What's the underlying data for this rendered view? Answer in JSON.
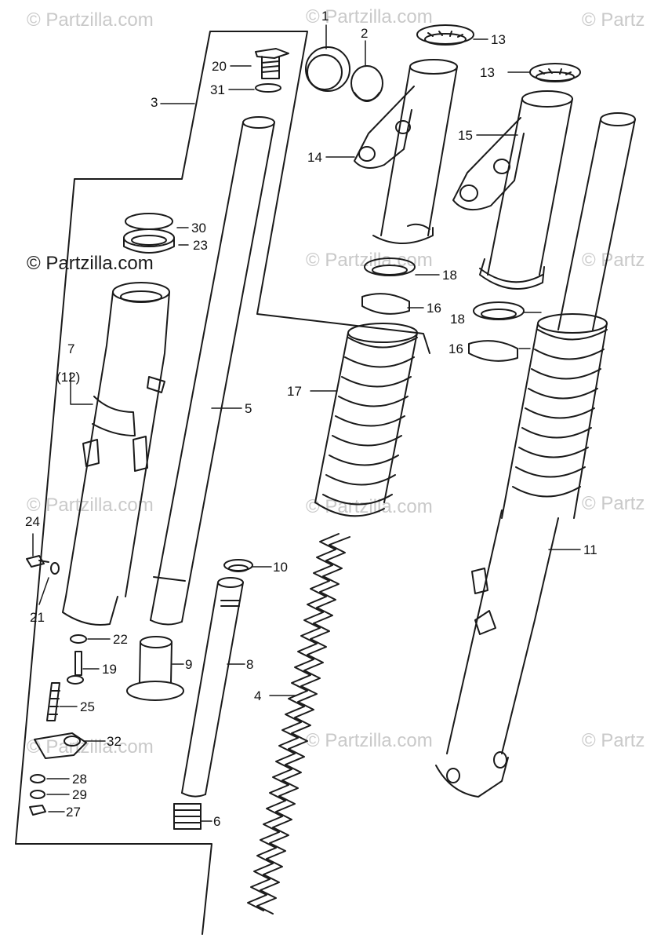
{
  "watermark": {
    "text": "© Partzilla.com",
    "text_cut": "© Partz",
    "text_cut2": "© Partzilla.co",
    "text_cut3": "© Partzilla.com",
    "text_dark": "© Partzilla.com"
  },
  "callouts": {
    "c1": "1",
    "c2": "2",
    "c3": "3",
    "c4": "4",
    "c5": "5",
    "c6": "6",
    "c7": "7",
    "c7alt": "(12)",
    "c8": "8",
    "c9": "9",
    "c10": "10",
    "c11": "11",
    "c13a": "13",
    "c13b": "13",
    "c14": "14",
    "c15": "15",
    "c16a": "16",
    "c16b": "16",
    "c17": "17",
    "c18a": "18",
    "c18b": "18",
    "c19": "19",
    "c20": "20",
    "c21": "21",
    "c22": "22",
    "c23": "23",
    "c24": "24",
    "c25": "25",
    "c27": "27",
    "c28": "28",
    "c29": "29",
    "c30": "30",
    "c31": "31",
    "c32": "32"
  },
  "colors": {
    "line": "#1a1a1a",
    "watermark": "#c9c9c9",
    "background": "#ffffff"
  }
}
